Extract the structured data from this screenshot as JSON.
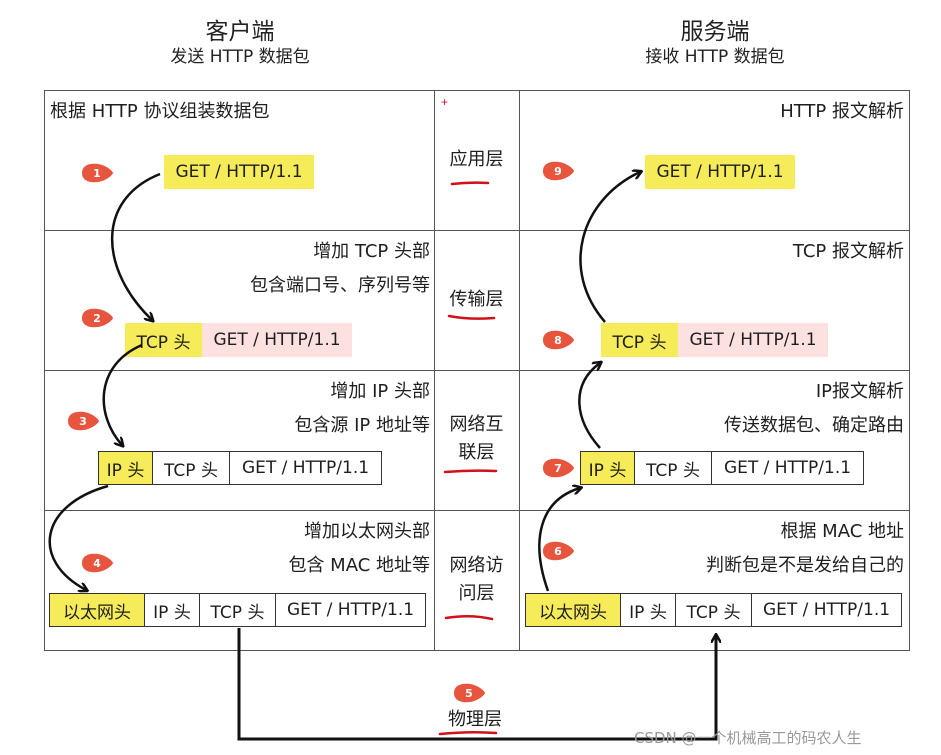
{
  "client": {
    "title": "客户端",
    "subtitle": "发送 HTTP 数据包"
  },
  "server": {
    "title": "服务端",
    "subtitle": "接收 HTTP 数据包"
  },
  "layers": {
    "application": "应用层",
    "transport": "传输层",
    "internet_line1": "网络互",
    "internet_line2": "联层",
    "link_line1": "网络访",
    "link_line2": "问层",
    "physical": "物理层"
  },
  "client_steps": {
    "application": "根据 HTTP 协议组装数据包",
    "transport_line1": "增加 TCP 头部",
    "transport_line2": "包含端口号、序列号等",
    "internet_line1": "增加 IP 头部",
    "internet_line2": "包含源 IP 地址等",
    "link_line1": "增加以太网头部",
    "link_line2": "包含 MAC 地址等"
  },
  "server_steps": {
    "application": "HTTP 报文解析",
    "transport": "TCP 报文解析",
    "internet_line1": "IP报文解析",
    "internet_line2": "传送数据包、确定路由",
    "link_line1": "根据 MAC 地址",
    "link_line2": "判断包是不是发给自己的"
  },
  "packet": {
    "http": "GET / HTTP/1.1",
    "tcp": "TCP 头",
    "ip": "IP 头",
    "eth": "以太网头"
  },
  "badges": [
    "1",
    "2",
    "3",
    "4",
    "5",
    "6",
    "7",
    "8",
    "9"
  ],
  "colors": {
    "highlight": "#f6ec5a",
    "pink": "#fde1e1",
    "badge": "#e8553e",
    "underline": "#d0101a"
  },
  "watermark": "CSDN @一个机械高工的码农人生"
}
